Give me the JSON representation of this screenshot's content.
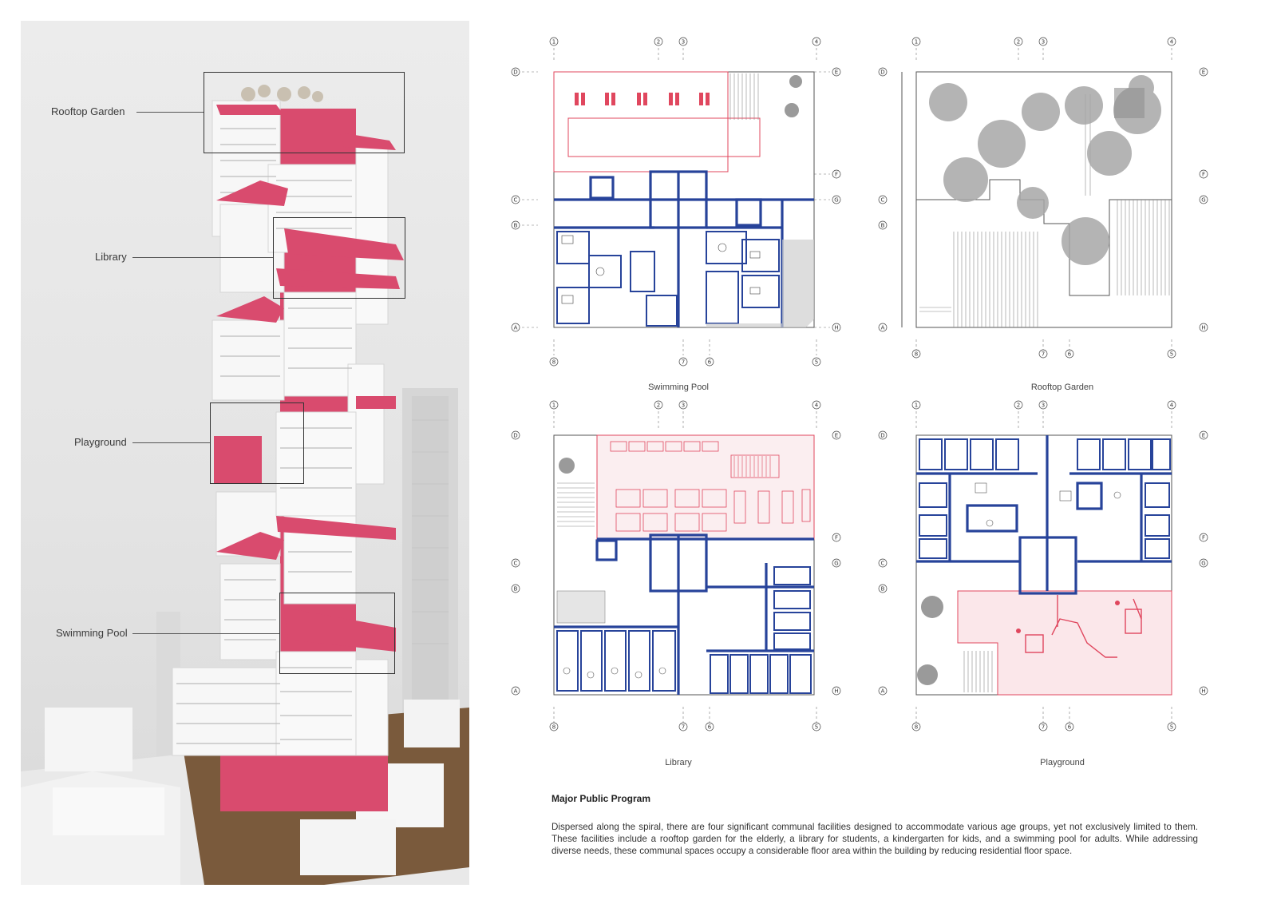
{
  "model": {
    "labels": {
      "rooftop_garden": "Rooftop Garden",
      "library": "Library",
      "playground": "Playground",
      "swimming_pool": "Swimming Pool"
    },
    "colors": {
      "accent": "#d94b6e",
      "model_white": "#f7f7f7",
      "ground_brown": "#7a5a3c"
    }
  },
  "plans": {
    "grid": {
      "top_columns": [
        "1",
        "2",
        "3",
        "4"
      ],
      "bottom_columns": [
        "8",
        "7",
        "6",
        "5"
      ],
      "left_rows": [
        "D",
        "C",
        "B",
        "A"
      ],
      "right_rows": [
        "E",
        "F",
        "G",
        "H"
      ]
    },
    "captions": {
      "swimming_pool": "Swimming Pool",
      "rooftop_garden": "Rooftop Garden",
      "library": "Library",
      "playground": "Playground"
    },
    "colors": {
      "wall": "#27439a",
      "program": "#e0475e",
      "line": "#555555"
    }
  },
  "program": {
    "title": "Major Public Program",
    "body": "Dispersed along the spiral, there are four significant communal facilities designed to accommodate various age groups, yet not exclusively limited to them. These facilities include a rooftop garden for the elderly, a library for students, a kindergarten for kids, and a swimming pool for adults. While addressing diverse needs, these communal spaces occupy a considerable floor area within the building by reducing residential floor space."
  }
}
